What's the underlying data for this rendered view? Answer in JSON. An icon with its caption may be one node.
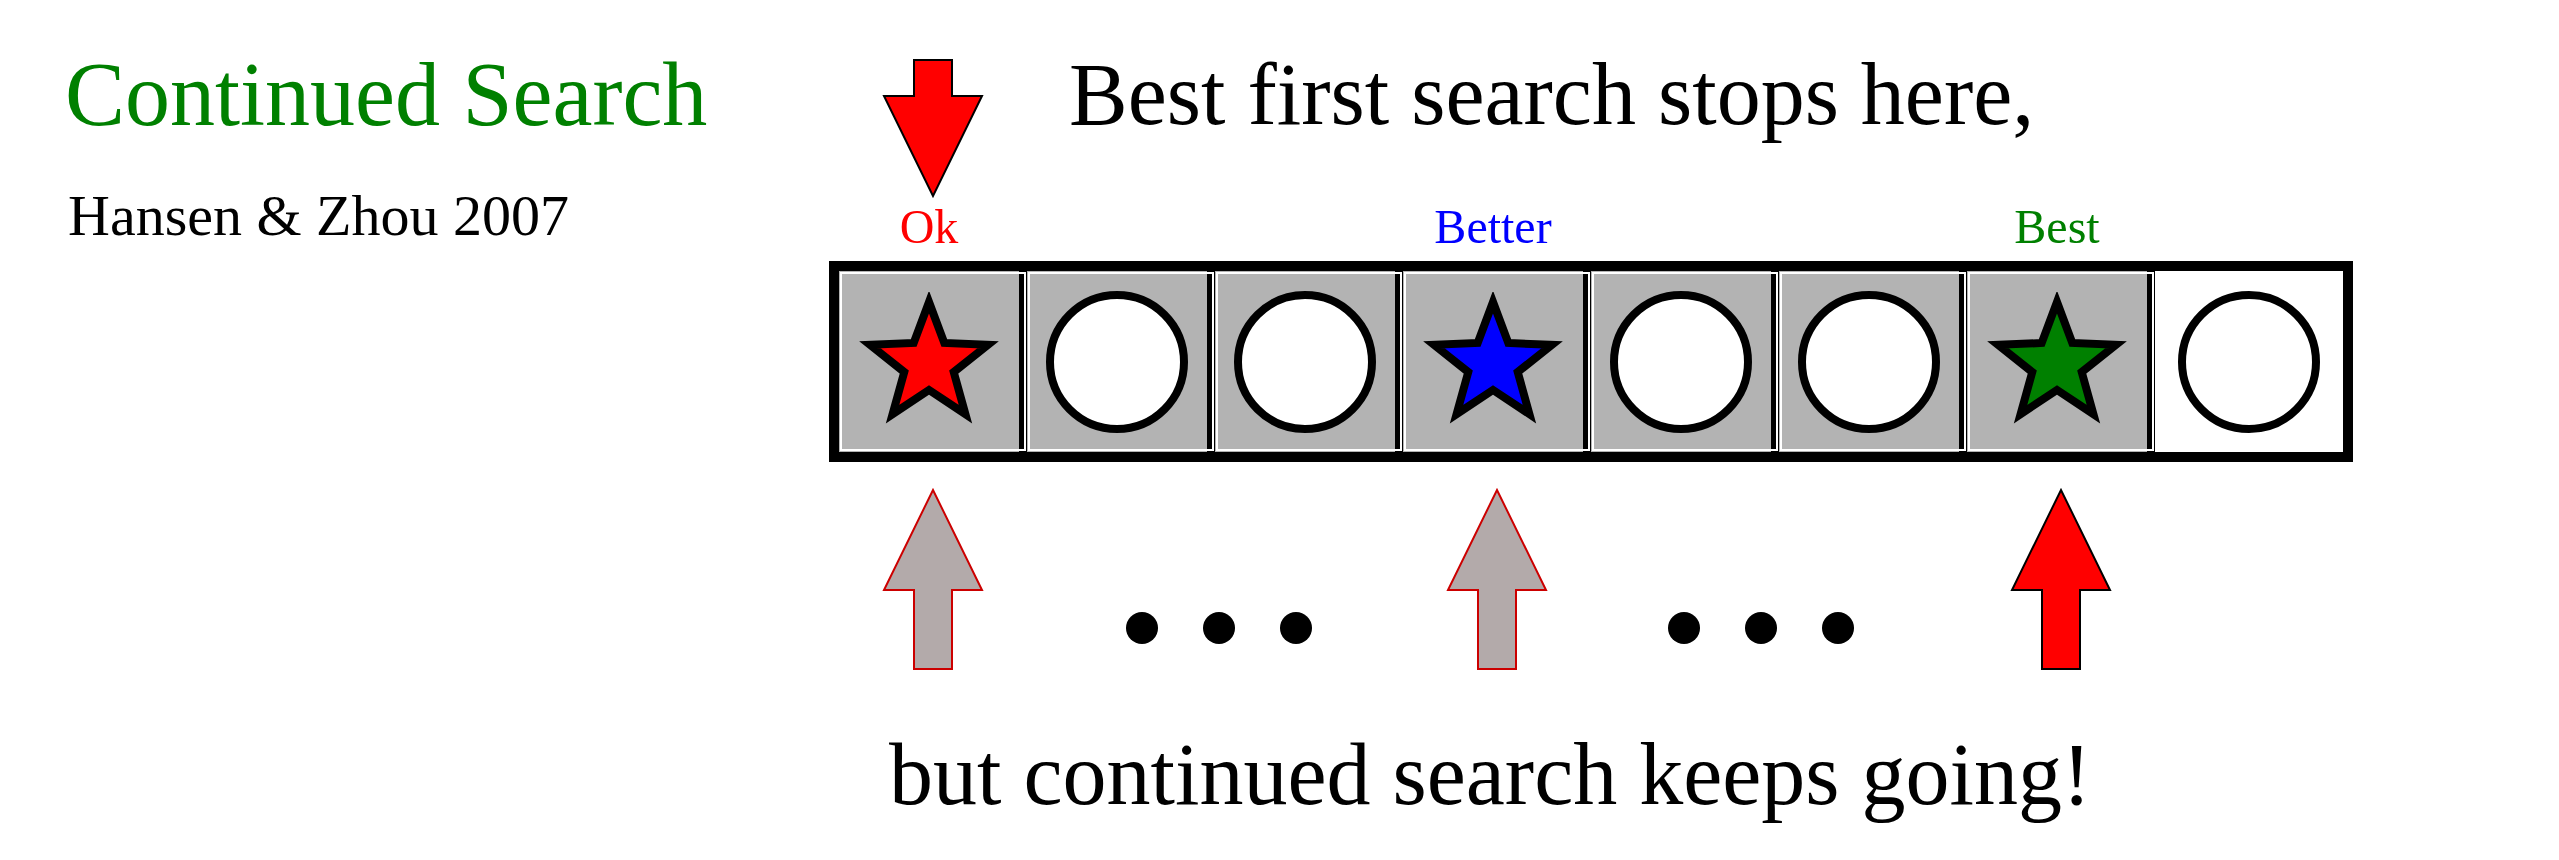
{
  "diagram": {
    "title": "Continued Search",
    "nodes": [
      {
        "text": [],
        "shape": "box"
      },
      {
        "text": [],
        "shape": "box",
        "in": 0,
        "beside": [
          "Ok"
        ]
      },
      {
        "text": [],
        "shape": "box",
        "in": 0
      },
      {
        "text": [],
        "shape": "box",
        "in": 0
      },
      {
        "text": [],
        "shape": "box",
        "in": 0,
        "beside": [
          "Better"
        ]
      },
      {
        "text": [],
        "shape": "box",
        "in": 0
      },
      {
        "text": [],
        "shape": "box",
        "in": 0
      },
      {
        "text": [],
        "shape": "box",
        "in": 0,
        "beside": [
          "Best"
        ]
      },
      {
        "text": [],
        "shape": "box",
        "in": 0
      },
      {
        "text": [],
        "shape": "star",
        "in": 1
      },
      {
        "text": [],
        "shape": "circle",
        "in": 2
      },
      {
        "text": [],
        "shape": "circle",
        "in": 3
      },
      {
        "text": [],
        "shape": "star",
        "in": 4
      },
      {
        "text": [],
        "shape": "circle",
        "in": 5
      },
      {
        "text": [],
        "shape": "circle",
        "in": 6
      },
      {
        "text": [],
        "shape": "star",
        "in": 7
      },
      {
        "text": [],
        "shape": "circle",
        "in": 8
      }
    ],
    "edges": [
      {
        "from": null,
        "to": 1,
        "arrow": "to",
        "color": "#ff0000"
      },
      {
        "from": null,
        "to": 1,
        "arrow": "to",
        "color": "#b3aaaa"
      },
      {
        "from": null,
        "to": 4,
        "arrow": "to",
        "color": "#b3aaaa"
      },
      {
        "from": null,
        "to": 7,
        "arrow": "to",
        "color": "#ff0000"
      }
    ],
    "labels": [
      "Hansen & Zhou 2007",
      "Best first search stops here,",
      "but continued search keeps going!"
    ]
  }
}
